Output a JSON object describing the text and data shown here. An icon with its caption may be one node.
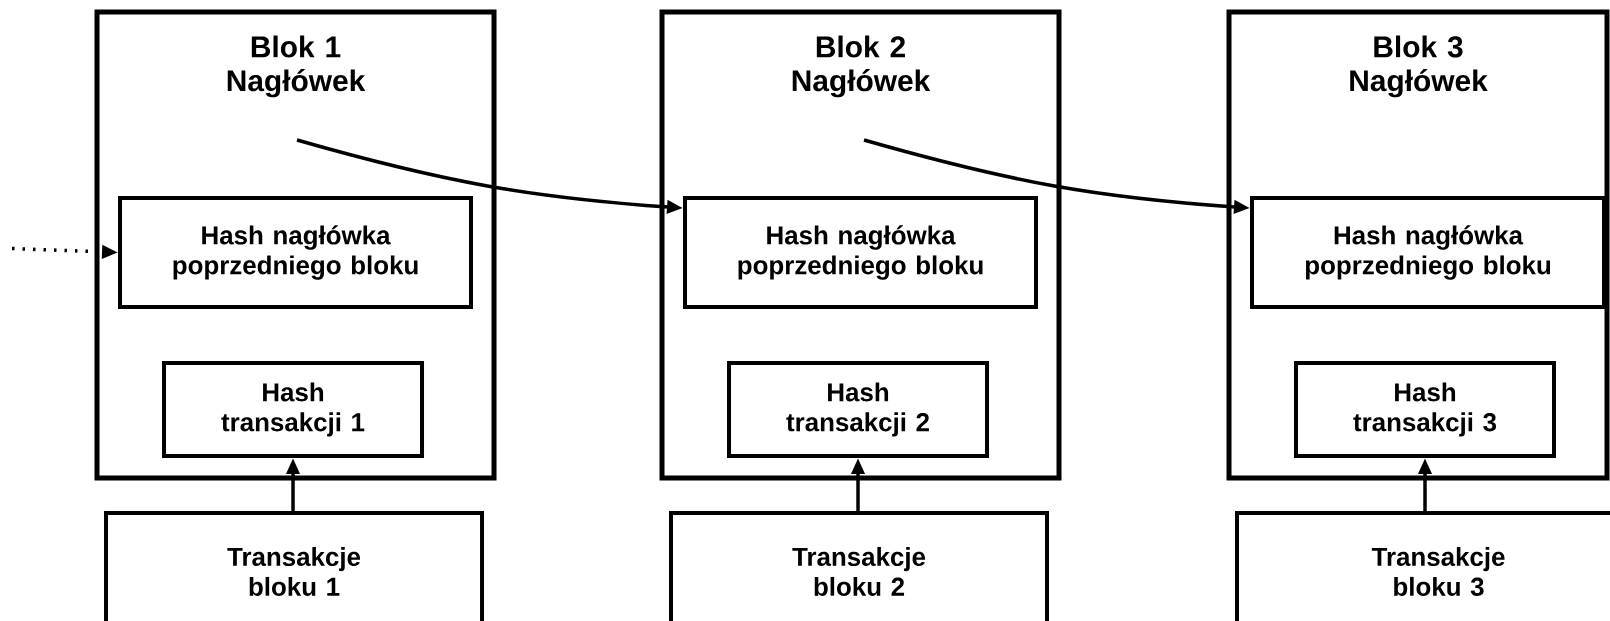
{
  "diagram": {
    "nodes": [
      {
        "text": [
          "Blok 1 Nagłówek"
        ]
      },
      {
        "text": [
          "Hash nagłówka poprzedniego bloku"
        ],
        "in": 0
      },
      {
        "text": [
          "Hash transakcji 1"
        ],
        "in": 0
      },
      {
        "text": [
          "Transakcje bloku 1"
        ]
      },
      {
        "text": [
          "Blok 2 Nagłówek"
        ]
      },
      {
        "text": [
          "Hash nagłówka poprzedniego bloku"
        ],
        "in": 4
      },
      {
        "text": [
          "Hash transakcji 2"
        ],
        "in": 4
      },
      {
        "text": [
          "Transakcje bloku 2"
        ]
      },
      {
        "text": [
          "Blok 3 Nagłówek"
        ]
      },
      {
        "text": [
          "Hash nagłówka poprzedniego bloku"
        ],
        "in": 8
      },
      {
        "text": [
          "Hash transakcji 3"
        ],
        "in": 8
      },
      {
        "text": [
          "Transakcje bloku 3"
        ]
      }
    ],
    "edges": [
      {
        "from": null,
        "to": 1,
        "arrow": "to",
        "style": "dashed"
      },
      {
        "from": null,
        "to": 5,
        "arrow": "to"
      },
      {
        "from": null,
        "to": 9,
        "arrow": "to"
      },
      {
        "from": 3,
        "to": 2,
        "arrow": "to"
      },
      {
        "from": 7,
        "to": 6,
        "arrow": "to"
      },
      {
        "from": 11,
        "to": 10,
        "arrow": "to"
      }
    ]
  }
}
